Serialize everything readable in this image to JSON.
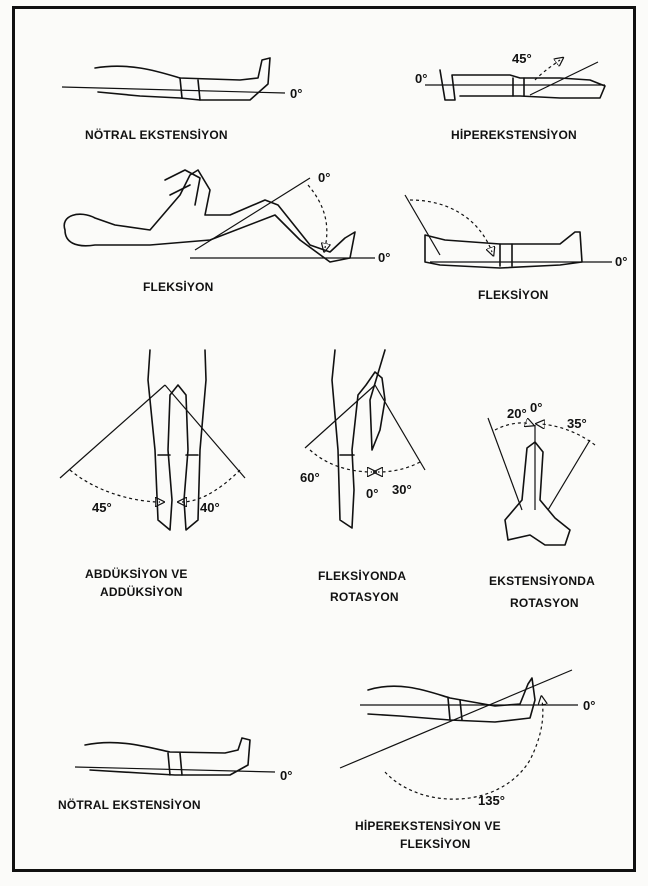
{
  "captions": {
    "neutral_ext_top": "NÖTRAL  EKSTENSİYON",
    "hyperext_top": "HİPEREKSTENSİYON",
    "flexion_left": "FLEKSİYON",
    "flexion_right": "FLEKSİYON",
    "abd_line1": "ABDÜKSİYON   VE",
    "abd_line2": "ADDÜKSİYON",
    "flexrot_line1": "FLEKSİYONDA",
    "flexrot_line2": "ROTASYON",
    "extrot_line1": "EKSTENSİYONDA",
    "extrot_line2": "ROTASYON",
    "neutral_ext_bottom": "NÖTRAL   EKSTENSİYON",
    "hyperflex_line1": "HİPEREKSTENSİYON    VE",
    "hyperflex_line2": "FLEKSİYON"
  },
  "angles": {
    "neutral_top": "0°",
    "hyper_zero": "0°",
    "hyper_45": "45°",
    "flex_left_top": "0°",
    "flex_left_right": "0°",
    "flex_right_zero": "0°",
    "abd_45": "45°",
    "abd_40": "40°",
    "flexrot_60": "60°",
    "flexrot_0": "0°",
    "flexrot_30": "30°",
    "extrot_20": "20°",
    "extrot_0": "0°",
    "extrot_35": "35°",
    "neutral_bottom": "0°",
    "hf_zero": "0°",
    "hf_135": "135°"
  }
}
